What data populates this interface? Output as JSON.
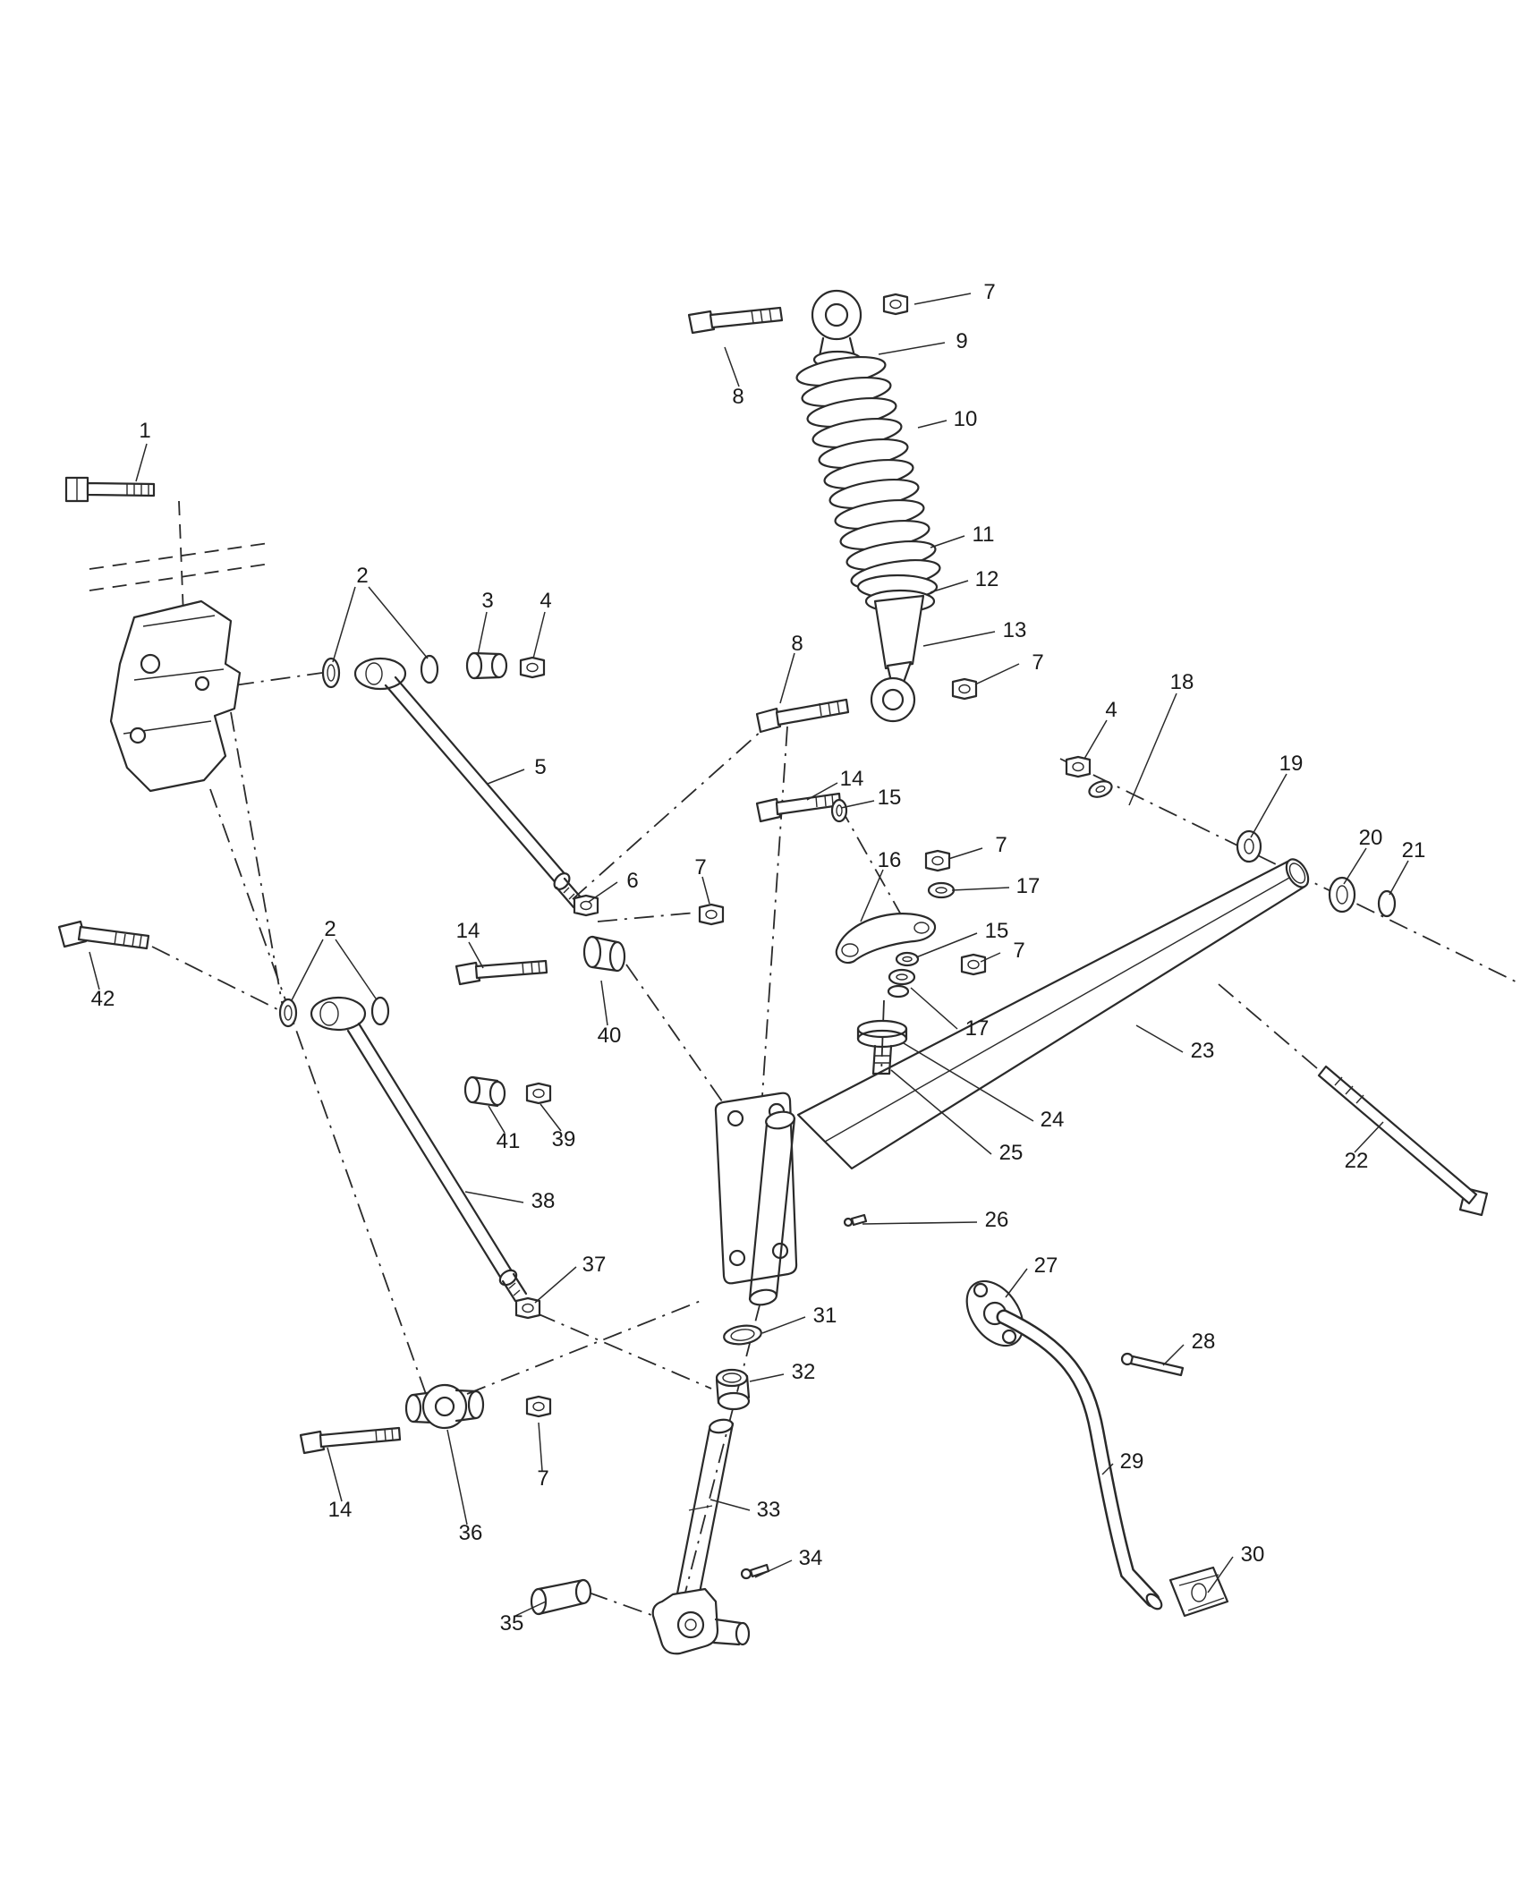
{
  "diagram": {
    "type": "exploded-parts-diagram",
    "subject": "front suspension assembly",
    "background_color": "#ffffff",
    "line_color": "#2a2a2a",
    "callouts": [
      {
        "label": "7"
      },
      {
        "label": "9"
      },
      {
        "label": "10"
      },
      {
        "label": "8"
      },
      {
        "label": "1"
      },
      {
        "label": "11"
      },
      {
        "label": "12"
      },
      {
        "label": "13"
      },
      {
        "label": "7"
      },
      {
        "label": "2"
      },
      {
        "label": "3"
      },
      {
        "label": "4"
      },
      {
        "label": "8"
      },
      {
        "label": "18"
      },
      {
        "label": "4"
      },
      {
        "label": "19"
      },
      {
        "label": "5"
      },
      {
        "label": "14"
      },
      {
        "label": "15"
      },
      {
        "label": "20"
      },
      {
        "label": "21"
      },
      {
        "label": "16"
      },
      {
        "label": "7"
      },
      {
        "label": "17"
      },
      {
        "label": "6"
      },
      {
        "label": "7"
      },
      {
        "label": "2"
      },
      {
        "label": "14"
      },
      {
        "label": "15"
      },
      {
        "label": "7"
      },
      {
        "label": "42"
      },
      {
        "label": "40"
      },
      {
        "label": "17"
      },
      {
        "label": "23"
      },
      {
        "label": "24"
      },
      {
        "label": "22"
      },
      {
        "label": "41"
      },
      {
        "label": "39"
      },
      {
        "label": "25"
      },
      {
        "label": "38"
      },
      {
        "label": "26"
      },
      {
        "label": "37"
      },
      {
        "label": "27"
      },
      {
        "label": "31"
      },
      {
        "label": "28"
      },
      {
        "label": "32"
      },
      {
        "label": "14"
      },
      {
        "label": "36"
      },
      {
        "label": "7"
      },
      {
        "label": "29"
      },
      {
        "label": "33"
      },
      {
        "label": "34"
      },
      {
        "label": "30"
      },
      {
        "label": "35"
      }
    ]
  }
}
